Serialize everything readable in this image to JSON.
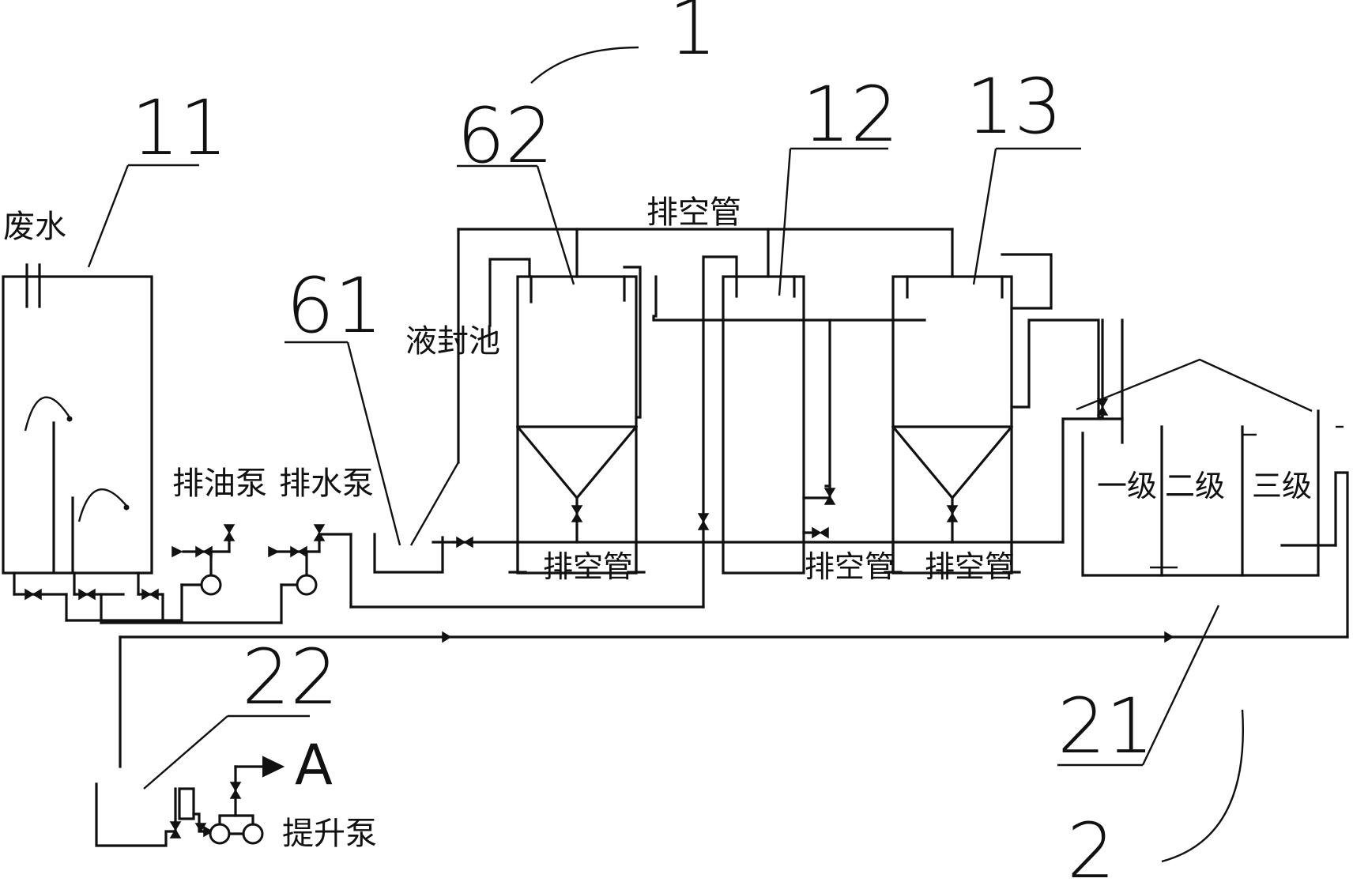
{
  "numbers": {
    "n1": "1",
    "n2": "2",
    "n11": "11",
    "n12": "12",
    "n13": "13",
    "n21": "21",
    "n22": "22",
    "n61": "61",
    "n62": "62"
  },
  "labels": {
    "wastewater": "废水",
    "oil_pump": "排油泵",
    "water_pump": "排水泵",
    "liquid_seal": "液封池",
    "vent_pipe_top": "排空管",
    "vent_pipe_62": "排空管",
    "vent_pipe_12": "排空管",
    "vent_pipe_13": "排空管",
    "stage1": "一级",
    "stage2": "二级",
    "stage3": "三级",
    "lift_pump": "提升泵",
    "outlet_a": "A"
  }
}
